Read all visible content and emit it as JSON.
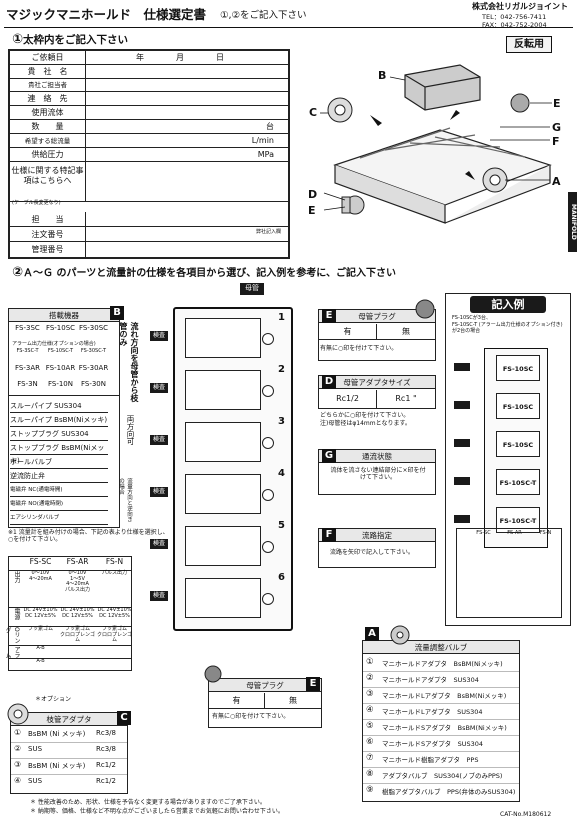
{
  "header": {
    "title": "マジックマニホールド　仕様選定書",
    "subtitle": "①,②をご記入下さい",
    "company": "株式会社リガルジョイント",
    "tel": "TEL：042-756-7411",
    "fax": "FAX：042-752-2004"
  },
  "section1": {
    "title": "太枠内をご記入下さい",
    "num": "①"
  },
  "reverse_label": "反転用",
  "form": {
    "rows": [
      {
        "label": "ご依頼日",
        "value": "年　　　　月　　　　日"
      },
      {
        "label": "貴　社　名",
        "value": ""
      },
      {
        "label": "貴社ご担当者",
        "value": ""
      },
      {
        "label": "連　絡　先",
        "value": ""
      },
      {
        "label": "使用流体",
        "value": ""
      },
      {
        "label": "数　　量",
        "value": "台"
      },
      {
        "label": "希望する総流量",
        "value": "L/min"
      },
      {
        "label": "供給圧力",
        "value": "MPa"
      },
      {
        "label": "仕様に関する特記事項はこちらへ",
        "value": ""
      }
    ],
    "note": "(ケーブル長変更なり)",
    "lower_rows": [
      {
        "label": "担　　当"
      },
      {
        "label": "注文番号"
      },
      {
        "label": "管理番号"
      }
    ],
    "company_entry": "弊社記入欄"
  },
  "section2": {
    "title": "Ａ～Ｇ のパーツと流量計の仕様を各項目から選び、記入例を参考に、ご記入下さい",
    "num": "②"
  },
  "parts_labels": [
    "A",
    "B",
    "C",
    "D",
    "E",
    "F",
    "G"
  ],
  "side_tab": "MANIFOLD",
  "slots": [
    "1",
    "2",
    "3",
    "4",
    "5",
    "6"
  ],
  "base_label": "母管",
  "check_label": "検査",
  "box_B": {
    "title": "搭載機器",
    "letter": "B",
    "items": [
      {
        "row": [
          "FS-3SC",
          "FS-10SC",
          "FS-30SC"
        ]
      },
      {
        "row": [
          "FS-3SC-T",
          "FS-10SC-T",
          "FS-30SC-T"
        ],
        "note": "アラーム出力仕様(オプションの場合)"
      },
      {
        "row": [
          "FS-3AR",
          "FS-10AR",
          "FS-30AR"
        ]
      },
      {
        "row": [
          "FS-3N",
          "FS-10N",
          "FS-30N"
        ]
      }
    ],
    "side_label": "流れ方向を母管から枝管のみ",
    "pipes": [
      "スルーパイプ SUS304",
      "スルーパイプ BsBM(Niメッキ)",
      "ストップブラグ SUS304",
      "ストップブラグ BsBM(Niメッキ)",
      "ボールバルブ",
      "逆流防止弁",
      "電磁弁 NC(通電時開)",
      "電磁弁 NO(通電時閉)",
      "エアシリンダバルブ"
    ],
    "dir_label": "両方向可",
    "dir_label2": "流量方向と逆向きの場合"
  },
  "note1": "※1 流量計を組み付けの場合、下記の表より仕様を選択し、○を付けて下さい。",
  "flow_table": {
    "head": [
      "FS-SC",
      "FS-AR",
      "FS-N"
    ],
    "rows": [
      {
        "h": "出力",
        "c": [
          "0～10V\n4～20mA",
          "0～10V\n1～5V\n4～20mA\nパルス出力",
          "パルス出力"
        ]
      },
      {
        "h": "電源",
        "c": [
          "DC 24V±10%\nDC 12V±5%",
          "DC 24V±10%\nDC 12V±5%",
          "DC 24V±10%\nDC 12V±5%"
        ]
      },
      {
        "h": "Oリング",
        "c": [
          "フッ素ゴム",
          "フッ素ゴム\nクロロプレンゴム",
          "フッ素ゴム\nクロロプレンゴム"
        ]
      },
      {
        "h": "アラーム",
        "c": [
          "A-B",
          "",
          ""
        ]
      },
      {
        "h": "",
        "c": [
          "A-B",
          "",
          ""
        ]
      }
    ],
    "option": "＊オプション"
  },
  "box_C": {
    "title": "枝管アダプタ",
    "letter": "C",
    "items": [
      {
        "n": "①",
        "m": "BsBM (Ni メッキ)",
        "s": "Rc3/8"
      },
      {
        "n": "②",
        "m": "SUS",
        "s": "Rc3/8"
      },
      {
        "n": "③",
        "m": "BsBM (Ni メッキ)",
        "s": "Rc1/2"
      },
      {
        "n": "④",
        "m": "SUS",
        "s": "Rc1/2"
      }
    ]
  },
  "box_E": {
    "title": "母管プラグ",
    "letter": "E",
    "opts": [
      "有",
      "無"
    ],
    "note": "有無に○印を付けて下さい。"
  },
  "box_D": {
    "title": "母管アダプタサイズ",
    "letter": "D",
    "opts": [
      "Rc1/2",
      "Rc1 \""
    ],
    "note1": "どちらかに○印を付けて下さい。",
    "note2": "注)母管径はφ14mmとなります。"
  },
  "box_G": {
    "title": "通流状態",
    "letter": "G",
    "note": "流体を流さない連結部分に×印を付けて下さい。"
  },
  "box_F": {
    "title": "流路指定",
    "letter": "F",
    "note": "流路を矢印で記入して下さい。"
  },
  "box_E2": {
    "title": "母管プラグ",
    "letter": "E",
    "opts": [
      "有",
      "無"
    ],
    "note": "有無に○印を付けて下さい。"
  },
  "box_A": {
    "title": "流量調整バルブ",
    "letter": "A",
    "items": [
      {
        "n": "①",
        "t": "マニホールドアダプタ　BsBM(Niメッキ)"
      },
      {
        "n": "②",
        "t": "マニホールドアダプタ　SUS304"
      },
      {
        "n": "③",
        "t": "マニホールドLアダプタ　BsBM(Niメッキ)"
      },
      {
        "n": "④",
        "t": "マニホールドLアダプタ　SUS304"
      },
      {
        "n": "⑤",
        "t": "マニホールドSアダプタ　BsBM(Niメッキ)"
      },
      {
        "n": "⑥",
        "t": "マニホールドSアダプタ　SUS304"
      },
      {
        "n": "⑦",
        "t": "マニホールド樹脂アダプタ　PPS"
      },
      {
        "n": "⑧",
        "t": "アダプタバルブ　SUS304(ノブのみPPS)"
      },
      {
        "n": "⑨",
        "t": "樹脂アダプタバルブ　PPS(弁体のみSUS304)"
      }
    ]
  },
  "example": {
    "title": "記入例",
    "note1": "FS-10SCが3台、",
    "note2": "FS-10SC-T (アラーム出力仕様のオプション付き)が2台の場合",
    "units": [
      "FS-10SC",
      "FS-10SC",
      "FS-10SC",
      "FS-10SC-T",
      "FS-10SC-T"
    ],
    "table_head": [
      "FS-SC",
      "FS-AR",
      "FS-N"
    ]
  },
  "footer": {
    "line1": "＊ 性能改善のため、形状、仕様を予告なく変更する場合がありますのでご了承下さい。",
    "line2": "＊ 納期等、価格、仕様など不明な点がございましたら営業までお気軽にお問い合わせ下さい。",
    "code": "CAT-No.M180612"
  }
}
